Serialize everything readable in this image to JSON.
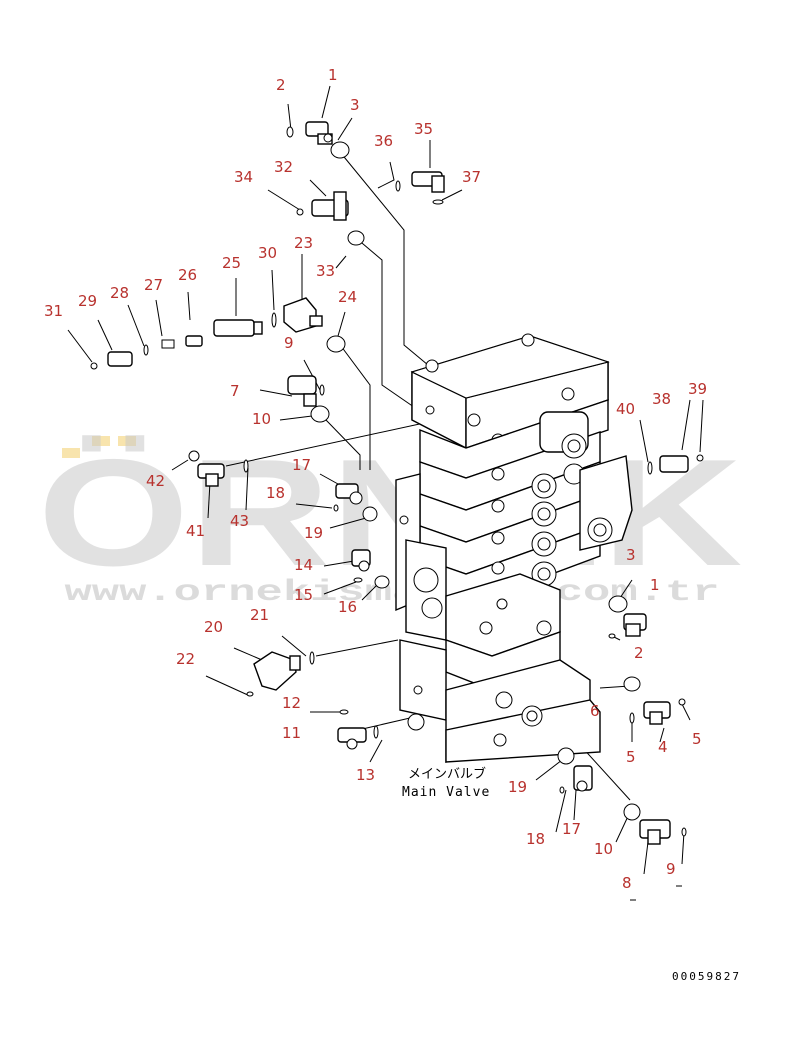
{
  "diagram": {
    "caption_jp": "メインバルブ",
    "caption_en": "Main Valve",
    "drawing_number": "00059827",
    "watermark_text": "ÖRNEK",
    "watermark_url": "www.ornekismakina.com.tr",
    "callout_color": "#b8322e",
    "callouts": [
      "1",
      "2",
      "3",
      "36",
      "35",
      "37",
      "34",
      "32",
      "23",
      "33",
      "31",
      "29",
      "28",
      "27",
      "26",
      "25",
      "30",
      "24",
      "9",
      "7",
      "10",
      "40",
      "38",
      "39",
      "42",
      "17",
      "18",
      "41",
      "43",
      "19",
      "14",
      "15",
      "16",
      "3",
      "1",
      "21",
      "20",
      "2",
      "22",
      "12",
      "6",
      "5",
      "11",
      "13",
      "4",
      "5",
      "19",
      "17",
      "18",
      "10",
      "9",
      "8"
    ]
  }
}
